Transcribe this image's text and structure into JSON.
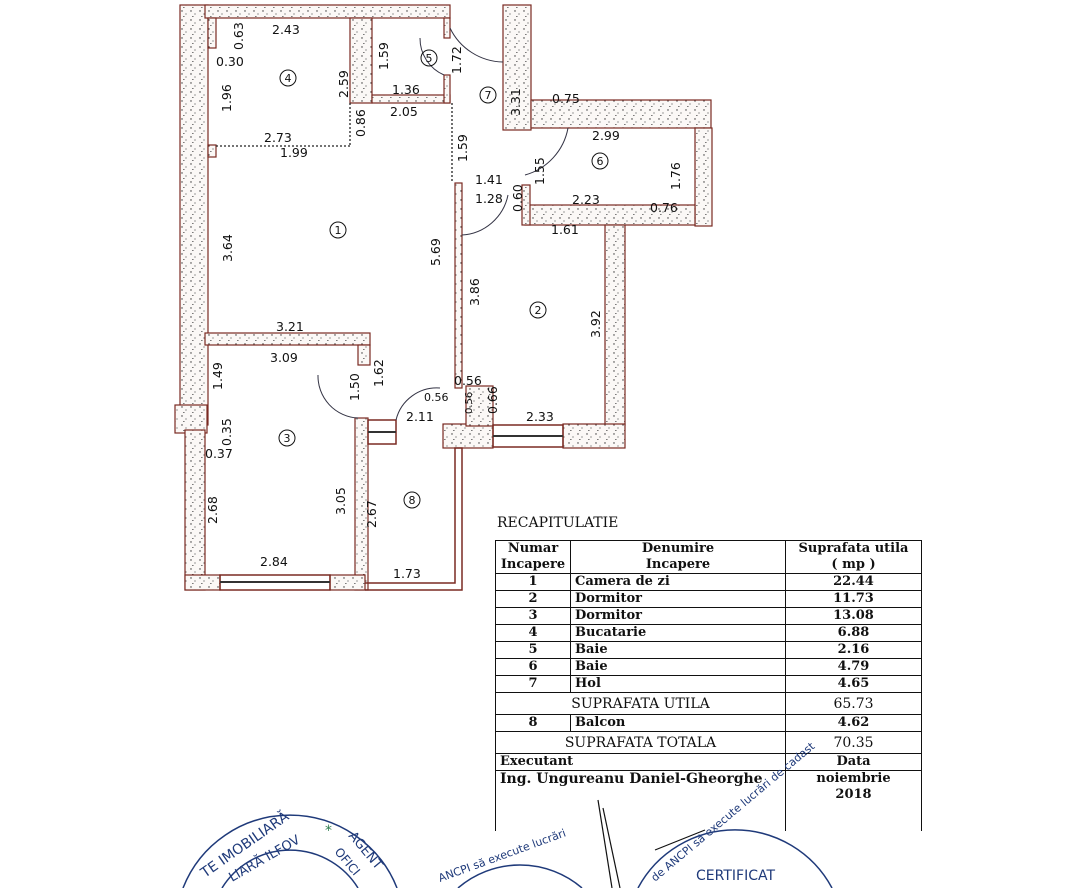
{
  "plan": {
    "rooms": [
      "1",
      "2",
      "3",
      "4",
      "5",
      "6",
      "7",
      "8"
    ],
    "dims": {
      "d063": "0.63",
      "d243": "2.43",
      "d030": "0.30",
      "d196": "1.96",
      "d259": "2.59",
      "d086": "0.86",
      "d273": "2.73",
      "d199": "1.99",
      "d159a": "1.59",
      "d136": "1.36",
      "d205": "2.05",
      "d172": "1.72",
      "d331": "3.31",
      "d075": "0.75",
      "d159b": "1.59",
      "d299": "2.99",
      "d155": "1.55",
      "d176": "1.76",
      "d141": "1.41",
      "d128": "1.28",
      "d060": "0.60",
      "d223": "2.23",
      "d076": "0.76",
      "d161": "1.61",
      "d364": "3.64",
      "d569": "5.69",
      "d386": "3.86",
      "d392": "3.92",
      "d321": "3.21",
      "d309": "3.09",
      "d149": "1.49",
      "d150": "1.50",
      "d162": "1.62",
      "d056a": "0.56",
      "d056b": "0.56",
      "d056c": "0.56",
      "d066": "0.66",
      "d211": "2.11",
      "d233": "2.33",
      "d035": "0.35",
      "d037": "0.37",
      "d268": "2.68",
      "d305": "3.05",
      "d267": "2.67",
      "d284": "2.84",
      "d173": "1.73"
    }
  },
  "recap": {
    "title": "RECAPITULATIE",
    "headers": {
      "numar": "Numar",
      "numar2": "Incapere",
      "denumire": "Denumire",
      "denumire2": "Incapere",
      "suprafata": "Suprafata utila",
      "unit": "( mp )"
    },
    "rows": [
      {
        "n": "1",
        "name": "Camera de zi",
        "area": "22.44"
      },
      {
        "n": "2",
        "name": "Dormitor",
        "area": "11.73"
      },
      {
        "n": "3",
        "name": "Dormitor",
        "area": "13.08"
      },
      {
        "n": "4",
        "name": "Bucatarie",
        "area": "6.88"
      },
      {
        "n": "5",
        "name": "Baie",
        "area": "2.16"
      },
      {
        "n": "6",
        "name": "Baie",
        "area": "4.79"
      },
      {
        "n": "7",
        "name": "Hol",
        "area": "4.65"
      }
    ],
    "utila_label": "SUPRAFATA UTILA",
    "utila_value": "65.73",
    "balcon": {
      "n": "8",
      "name": "Balcon",
      "area": "4.62"
    },
    "totala_label": "SUPRAFATA TOTALA",
    "totala_value": "70.35",
    "executant_label": "Executant",
    "data_label": "Data",
    "executant": "Ing. Ungureanu Daniel-Gheorghe",
    "date_line1": "noiembrie",
    "date_line2": "2018"
  },
  "stamps": {
    "left_line1": "TE IMOBILIARĂ",
    "left_line2": "LIARĂ ILFOV",
    "left_side": "AGENT",
    "left_side2": "OFICI",
    "mid": "ANCPI să execute lucrări",
    "right": "de ANCPI să execute lucrări de cadast",
    "certificat": "CERTIFICAT"
  },
  "colors": {
    "wall": "#7a2a22",
    "ink": "#111111",
    "stamp": "#1f3a7a",
    "stamp_green": "#2e7d4f"
  }
}
